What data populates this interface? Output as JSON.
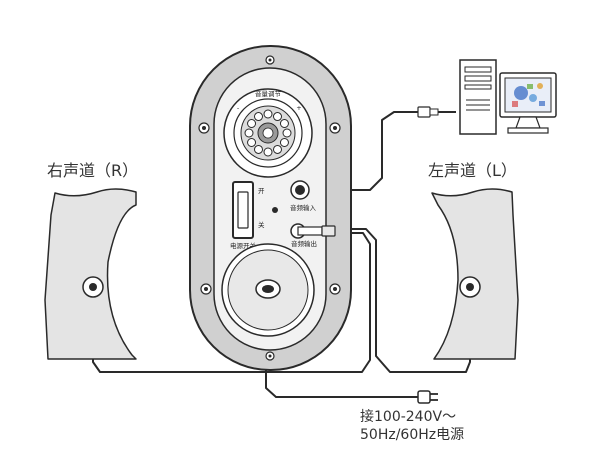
{
  "labels": {
    "right_channel": "右声道（R）",
    "left_channel": "左声道（L）",
    "volume_control": "音量调节",
    "minus": "-",
    "plus": "+",
    "switch_on": "开",
    "switch_off": "关",
    "power_switch": "电源开关",
    "audio_in": "音频输入",
    "audio_out": "音频输出",
    "power_line1": "接100-240V～",
    "power_line2": "50Hz/60Hz电源"
  },
  "colors": {
    "outline": "#2a2a2a",
    "panel_fill": "#f2f2f2",
    "speaker_fill": "#e4e4e4",
    "monitor_screen": "#3a6cc4"
  },
  "icons": {
    "computer": "desktop-computer-icon",
    "plug": "power-plug-icon"
  }
}
